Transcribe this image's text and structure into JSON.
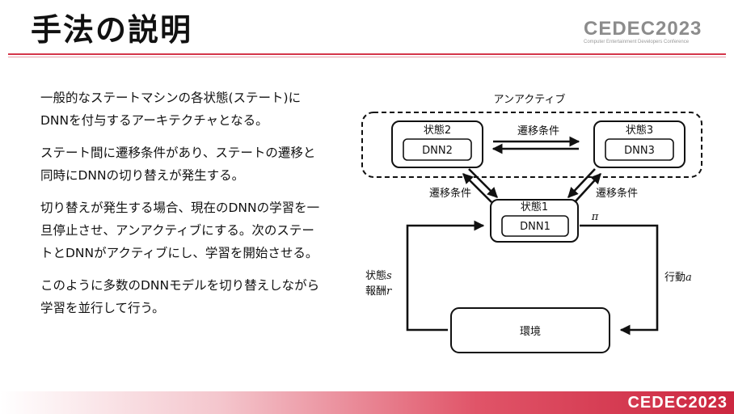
{
  "slide": {
    "title": "手法の説明",
    "logo": {
      "wordmark": "CEDEC2023",
      "tagline": "Computer Entertainment Developers Conference"
    },
    "footer_logo": "CEDEC2023",
    "accent_color": "#d4364b",
    "paragraphs": [
      [
        "一般的なステートマシンの各状態(ステート)に",
        "DNNを付与するアーキテクチャとなる。"
      ],
      [
        "ステート間に遷移条件があり、ステートの遷移と",
        "同時にDNNの切り替えが発生する。"
      ],
      [
        "切り替えが発生する場合、現在のDNNの学習を一",
        "旦停止させ、アンアクティブにする。次のステー",
        "トとDNNがアクティブにし、学習を開始させる。"
      ],
      [
        "このように多数のDNNモデルを切り替えしながら",
        "学習を並行して行う。"
      ]
    ]
  },
  "diagram": {
    "inactive_group_label": "アンアクティブ",
    "states": [
      {
        "name": "状態2",
        "dnn": "DNN2"
      },
      {
        "name": "状態3",
        "dnn": "DNN3"
      },
      {
        "name": "状態1",
        "dnn": "DNN1"
      }
    ],
    "transition_top": "遷移条件",
    "transition_left": "遷移条件",
    "transition_right": "遷移条件",
    "policy": "π",
    "env": "環境",
    "action": "行動",
    "action_var": "a",
    "state_obs": "状態",
    "state_var": "s",
    "reward": "報酬",
    "reward_var": "r"
  }
}
